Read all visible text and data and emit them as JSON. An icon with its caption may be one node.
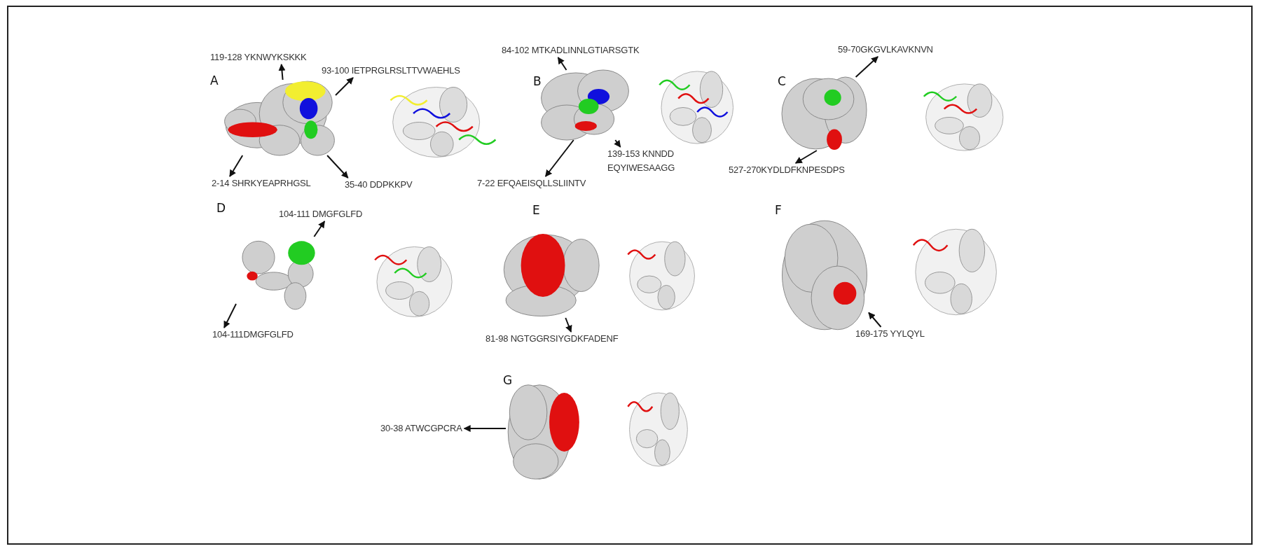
{
  "diagram": {
    "nodes": [
      {
        "text": [
          "119-128 YKNWYKSKKK"
        ]
      },
      {
        "text": [
          "93-100 IETPRGLRSLTTVWAEHLS"
        ]
      },
      {
        "text": [],
        "shape": "picture"
      },
      {
        "text": [
          "2-14 SHRKYEAPRHGSL"
        ]
      },
      {
        "text": [
          "35-40 DDPKKPV"
        ]
      },
      {
        "text": [
          "84-102 MTKADLINNLGTIARSGTK"
        ]
      },
      {
        "text": [],
        "shape": "picture"
      },
      {
        "text": [
          "139-153 KNNDD EQYIWESAAGG"
        ]
      },
      {
        "text": [
          "7-22 EFQAEISQLLSLIINTV"
        ]
      },
      {
        "text": [
          "59-70GKGVLKAVKNVN"
        ]
      },
      {
        "text": [],
        "shape": "picture"
      },
      {
        "text": [
          "527-270KYDLDFKNPESDPS"
        ]
      },
      {
        "text": [
          "104-111 DMGFGLFD"
        ]
      },
      {
        "text": [],
        "shape": "picture"
      },
      {
        "text": [
          "104-111DMGFGLFD"
        ]
      },
      {
        "text": [],
        "shape": "picture"
      },
      {
        "text": [
          "81-98 NGTGGRSIYGDKFADENF"
        ]
      },
      {
        "text": [],
        "shape": "picture"
      },
      {
        "text": [
          "169-175 YYLQYL"
        ]
      },
      {
        "text": [
          "30-38 ATWCGPCRA"
        ]
      },
      {
        "text": [],
        "shape": "picture"
      }
    ],
    "edges": [
      {
        "from": 2,
        "to": 0,
        "arrow": "to"
      },
      {
        "from": 2,
        "to": 1,
        "arrow": "to"
      },
      {
        "from": 2,
        "to": 3,
        "arrow": "to"
      },
      {
        "from": 2,
        "to": 4,
        "arrow": "to"
      },
      {
        "from": 6,
        "to": 5,
        "arrow": "to"
      },
      {
        "from": 6,
        "to": 7,
        "arrow": "to"
      },
      {
        "from": 6,
        "to": 8,
        "arrow": "to"
      },
      {
        "from": 10,
        "to": 9,
        "arrow": "to"
      },
      {
        "from": 10,
        "to": 11,
        "arrow": "to"
      },
      {
        "from": 13,
        "to": 12,
        "arrow": "to"
      },
      {
        "from": 13,
        "to": 14,
        "arrow": "to"
      },
      {
        "from": 15,
        "to": 16,
        "arrow": "to"
      },
      {
        "from": 18,
        "to": 17,
        "arrow": "to"
      },
      {
        "from": 20,
        "to": 19,
        "arrow": "to"
      }
    ],
    "labels": [
      "A",
      "B",
      "C",
      "D",
      "E",
      "F",
      "G"
    ]
  }
}
